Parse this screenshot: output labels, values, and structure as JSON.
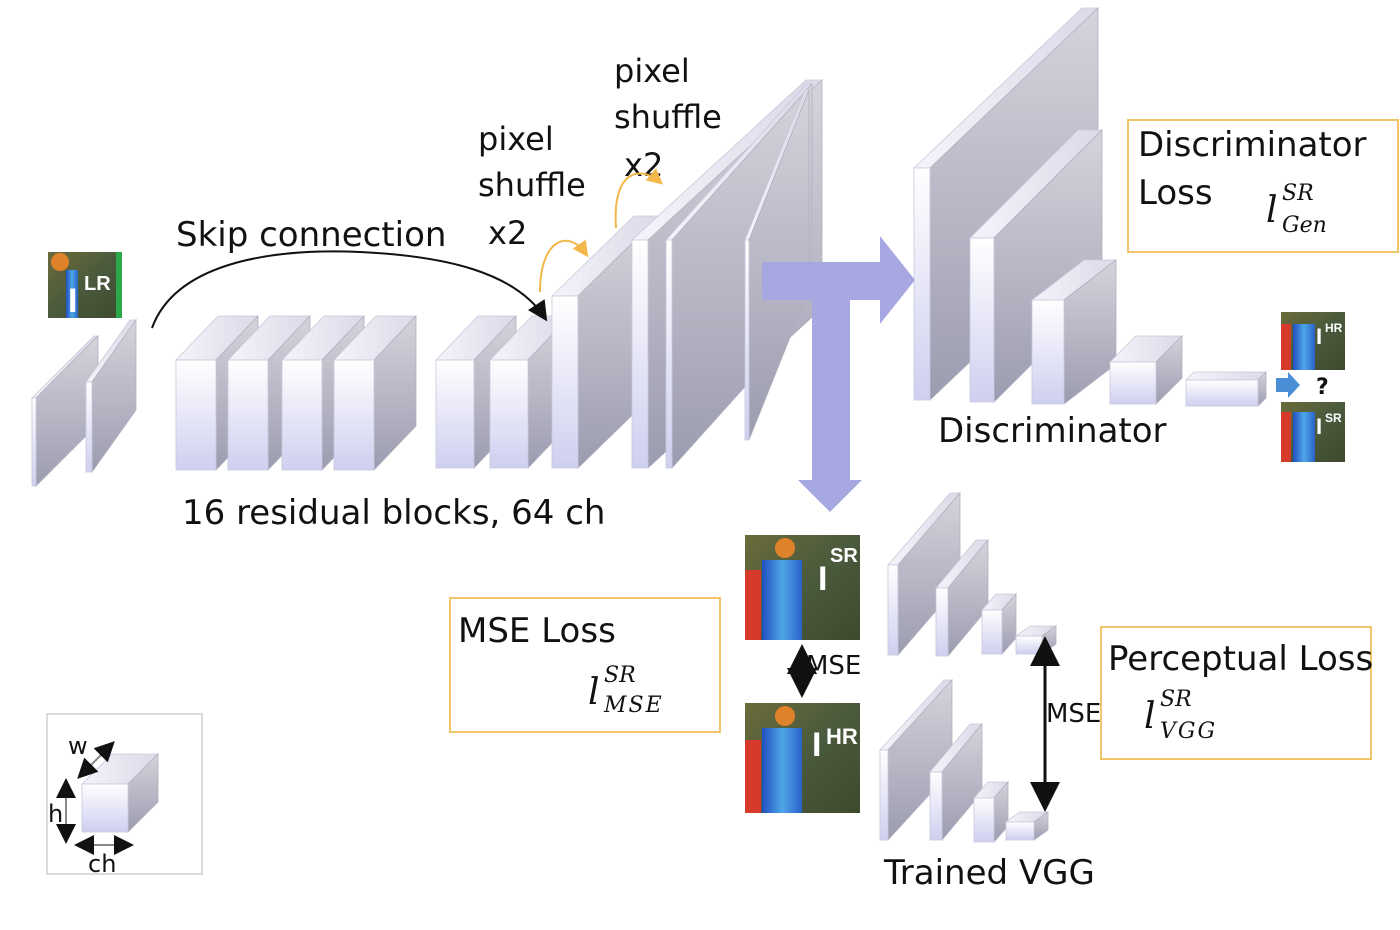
{
  "generator": {
    "skip_connection": "Skip connection",
    "residual_blocks": "16 residual blocks, 64 ch",
    "pixel_shuffle_1": [
      "pixel",
      "shuffle",
      "x2"
    ],
    "pixel_shuffle_2": [
      "pixel",
      "shuffle",
      "x2"
    ],
    "input_image": {
      "symbol": "I",
      "sup": "LR"
    }
  },
  "discriminator": {
    "label": "Discriminator",
    "loss_title": [
      "Discriminator",
      "Loss"
    ],
    "loss_symbol": {
      "base": "l",
      "sup": "SR",
      "sub": "Gen"
    },
    "compare_hr": {
      "symbol": "I",
      "sup": "HR"
    },
    "compare_sr": {
      "symbol": "I",
      "sup": "SR"
    },
    "question": "?"
  },
  "mse": {
    "loss_title": "MSE Loss",
    "loss_symbol": {
      "base": "l",
      "sup": "SR",
      "sub": "MSE"
    },
    "arrow_label": "MSE",
    "sr_image": {
      "symbol": "I",
      "sup": "SR"
    },
    "hr_image": {
      "symbol": "I",
      "sup": "HR"
    }
  },
  "perceptual": {
    "loss_title": "Perceptual Loss",
    "loss_symbol": {
      "base": "l",
      "sup": "SR",
      "sub": "VGG"
    },
    "arrow_label": "MSE",
    "vgg_label": "Trained VGG"
  },
  "legend": {
    "w": "w",
    "h": "h",
    "ch": "ch"
  },
  "colors": {
    "block_front_top": "#ffffff",
    "block_front_bottom": "#d6d6f2",
    "block_side": "#9a9aaa",
    "big_arrow": "#a7a7e2",
    "loss_box_border": "#f2c56b",
    "shuffle_arrow": "#f2b84b"
  }
}
